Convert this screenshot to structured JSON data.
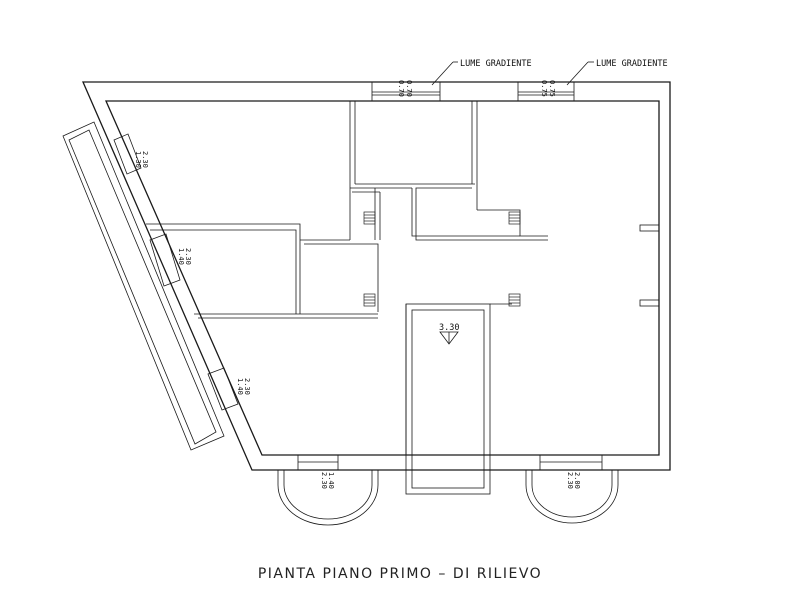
{
  "title": "PIANTA PIANO PRIMO – DI RILIEVO",
  "skylights": [
    {
      "label": "LUME GRADIENTE",
      "size_top": "0.70",
      "size_bottom": "0.70"
    },
    {
      "label": "LUME GRADIENTE",
      "size_top": "0.75",
      "size_bottom": "0.75"
    }
  ],
  "windows_left": [
    {
      "top": "1.30",
      "bottom": "2.30"
    },
    {
      "top": "1.40",
      "bottom": "2.30"
    },
    {
      "top": "1.40",
      "bottom": "2.30"
    }
  ],
  "windows_bottom": [
    {
      "top": "1.40",
      "bottom": "2.30"
    },
    {
      "top": "2.00",
      "bottom": "2.30"
    }
  ],
  "stair_level": "3.30"
}
